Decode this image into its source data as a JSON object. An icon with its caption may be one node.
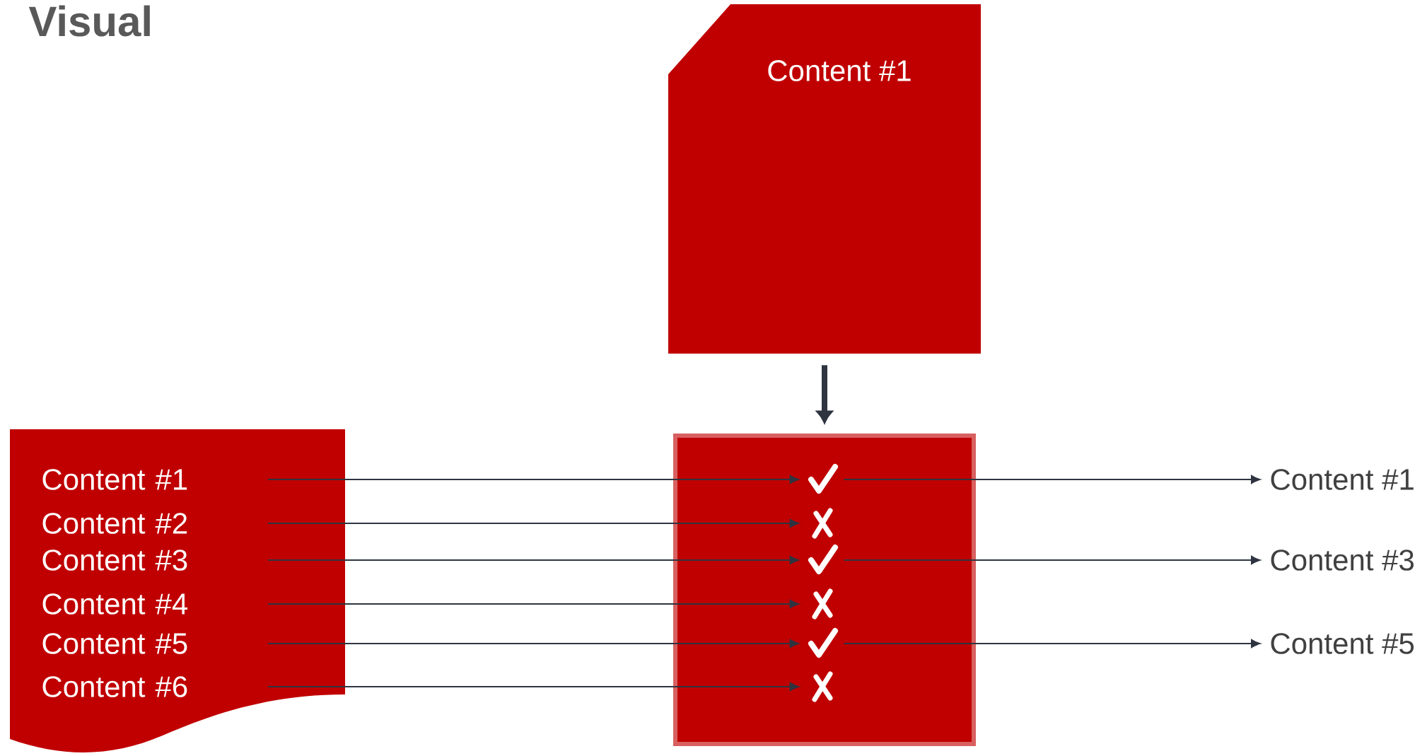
{
  "diagram": {
    "title": "Visual",
    "nodes": [
      {
        "text": [
          "Content #1"
        ]
      },
      {
        "text": [],
        "shape": "document"
      },
      {
        "text": [
          "Content #1"
        ],
        "in": 1
      },
      {
        "text": [
          "Content #2"
        ],
        "in": 1
      },
      {
        "text": [
          "Content #3"
        ],
        "in": 1
      },
      {
        "text": [
          "Content #4"
        ],
        "in": 1
      },
      {
        "text": [
          "Content #5"
        ],
        "in": 1
      },
      {
        "text": [
          "Content #6"
        ],
        "in": 1
      },
      {
        "text": [],
        "shape": "box"
      },
      {
        "text": [],
        "shape": "tick",
        "in": 8
      },
      {
        "text": [],
        "shape": "cross",
        "in": 8
      },
      {
        "text": [],
        "shape": "tick",
        "in": 8
      },
      {
        "text": [],
        "shape": "cross",
        "in": 8
      },
      {
        "text": [],
        "shape": "tick",
        "in": 8
      },
      {
        "text": [],
        "shape": "cross",
        "in": 8
      },
      {
        "text": [
          "Content #1"
        ]
      },
      {
        "text": [
          "Content #3"
        ]
      },
      {
        "text": [
          "Content #5"
        ]
      }
    ],
    "edges": [
      {
        "from": 0,
        "to": 8,
        "arrow": "to",
        "style": "thick"
      },
      {
        "from": 2,
        "to": 9,
        "arrow": "to"
      },
      {
        "from": 3,
        "to": 10,
        "arrow": "to"
      },
      {
        "from": 4,
        "to": 11,
        "arrow": "to"
      },
      {
        "from": 5,
        "to": 12,
        "arrow": "to"
      },
      {
        "from": 6,
        "to": 13,
        "arrow": "to"
      },
      {
        "from": 7,
        "to": 14,
        "arrow": "to"
      },
      {
        "from": 9,
        "to": 15,
        "arrow": "to"
      },
      {
        "from": 11,
        "to": 16,
        "arrow": "to"
      },
      {
        "from": 13,
        "to": 17,
        "arrow": "to"
      }
    ]
  }
}
